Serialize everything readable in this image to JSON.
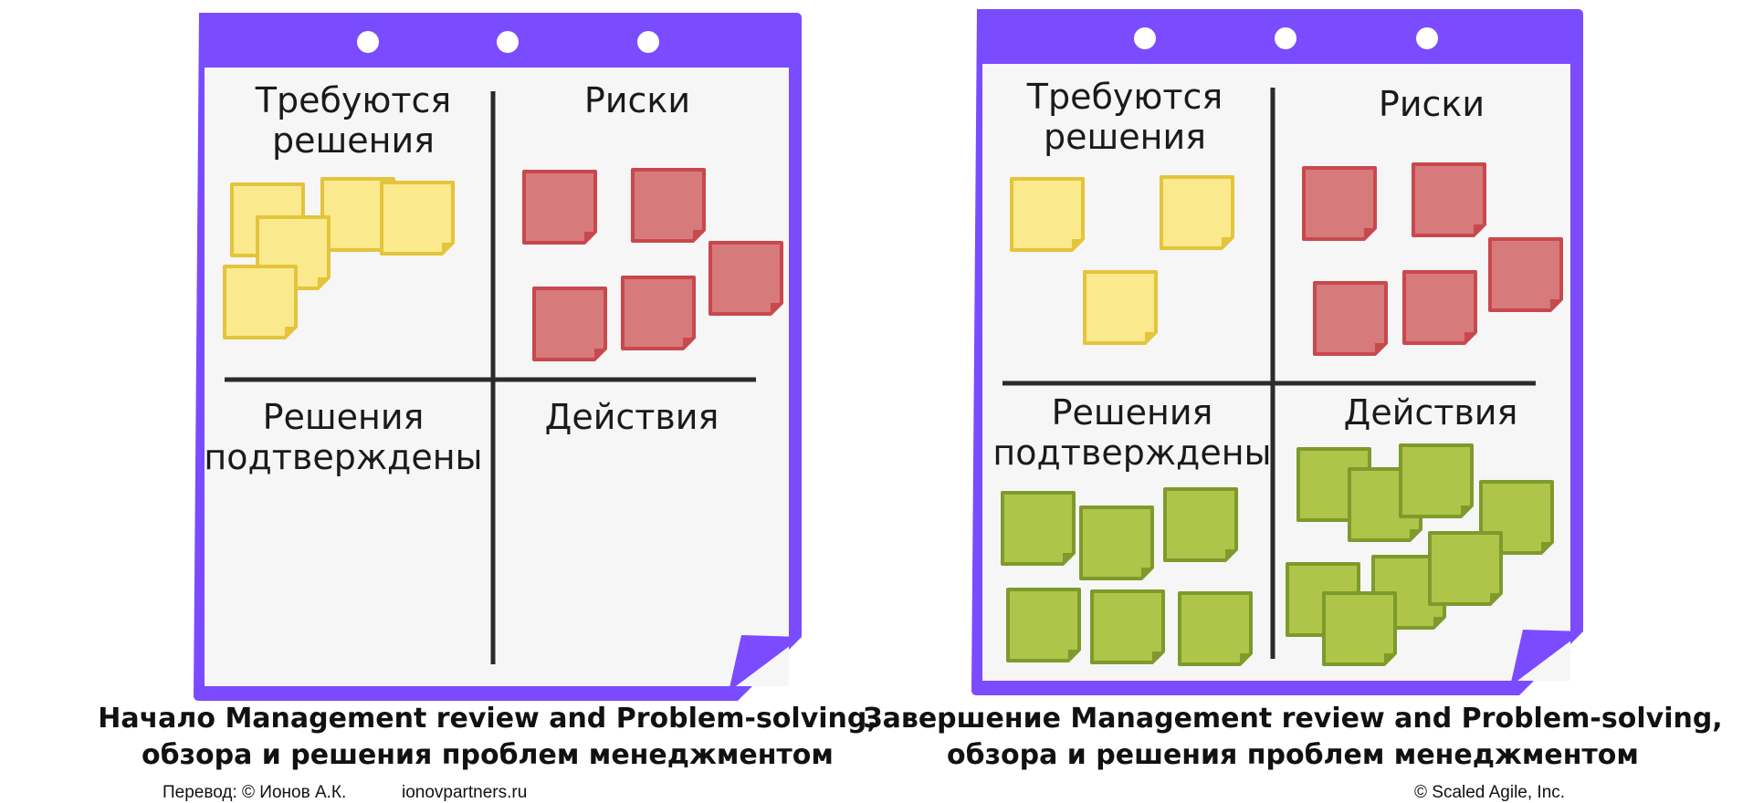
{
  "colors": {
    "frame": "#7b4bff",
    "paper": "#f6f6f6",
    "divider": "#2b2b2b",
    "yellow": "#fbe98e",
    "yellow_border": "#e3c43a",
    "red": "#d77a7b",
    "red_border": "#c9484d",
    "green": "#aec549",
    "green_border": "#7f9a2c"
  },
  "boards": [
    {
      "quadrants": {
        "decisions_needed": [
          "Требуются",
          "решения"
        ],
        "risks": "Риски",
        "decisions_confirmed": [
          "Решения",
          "подтверждены"
        ],
        "actions": "Действия"
      },
      "sticky_counts": {
        "decisions_needed": 5,
        "risks": 5,
        "decisions_confirmed": 0,
        "actions": 0
      },
      "caption": [
        "Начало Management review and Problem-solving,",
        "обзора и решения проблем менеджментом"
      ]
    },
    {
      "quadrants": {
        "decisions_needed": [
          "Требуются",
          "решения"
        ],
        "risks": "Риски",
        "decisions_confirmed": [
          "Решения",
          "подтверждены"
        ],
        "actions": "Действия"
      },
      "sticky_counts": {
        "decisions_needed": 3,
        "risks": 5,
        "decisions_confirmed": 6,
        "actions": 8
      },
      "caption": [
        "Завершение Management review and Problem-solving,",
        "обзора и решения проблем менеджментом"
      ]
    }
  ],
  "footer": {
    "translation": "Перевод: © Ионов А.К.",
    "site": "ionovpartners.ru",
    "copyright": "© Scaled Agile,  Inc."
  }
}
